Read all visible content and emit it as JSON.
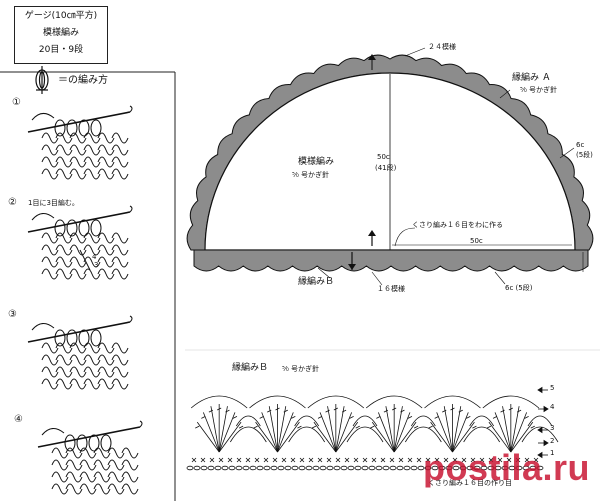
{
  "gauge": {
    "title": "ゲージ(10㎝平方)",
    "pattern": "模様編み",
    "count": "20目・9段"
  },
  "howto": {
    "title": "＝の編み方",
    "steps": [
      {
        "num": "①",
        "text": ""
      },
      {
        "num": "②",
        "text": "1目に3目編む。"
      },
      {
        "num": "③",
        "text": ""
      },
      {
        "num": "④",
        "text": ""
      }
    ],
    "small_labels": [
      "4",
      "3"
    ]
  },
  "shawl": {
    "top_count": "２４模様",
    "edge_a_label": "縁編み Ａ",
    "edge_a_hook": "⁵⁄₀ 号かぎ針",
    "right_width": "6c",
    "right_rows": "(5段)",
    "body_pattern": "模様編み",
    "body_hook": "⁵⁄₀ 号かぎ針",
    "height": "50c",
    "height_rows": "(41段)",
    "chain_note": "くさり編み１６目をわに作る",
    "half_width": "50c",
    "edge_b_label": "縁編みＢ",
    "bottom_count": "１６模様",
    "bottom_width": "6c (5段)"
  },
  "chart_b": {
    "title": "縁編みＢ",
    "hook": "⁵⁄₀ 号かぎ針",
    "rows": [
      "5",
      "4",
      "3",
      "2",
      "1"
    ],
    "foundation": "くさり編み１６目の作り目"
  },
  "watermark": {
    "text": "postila.ru"
  },
  "colors": {
    "ink": "#111111",
    "edge_fill": "#8c8c8c",
    "watermark": "#c8102e"
  }
}
